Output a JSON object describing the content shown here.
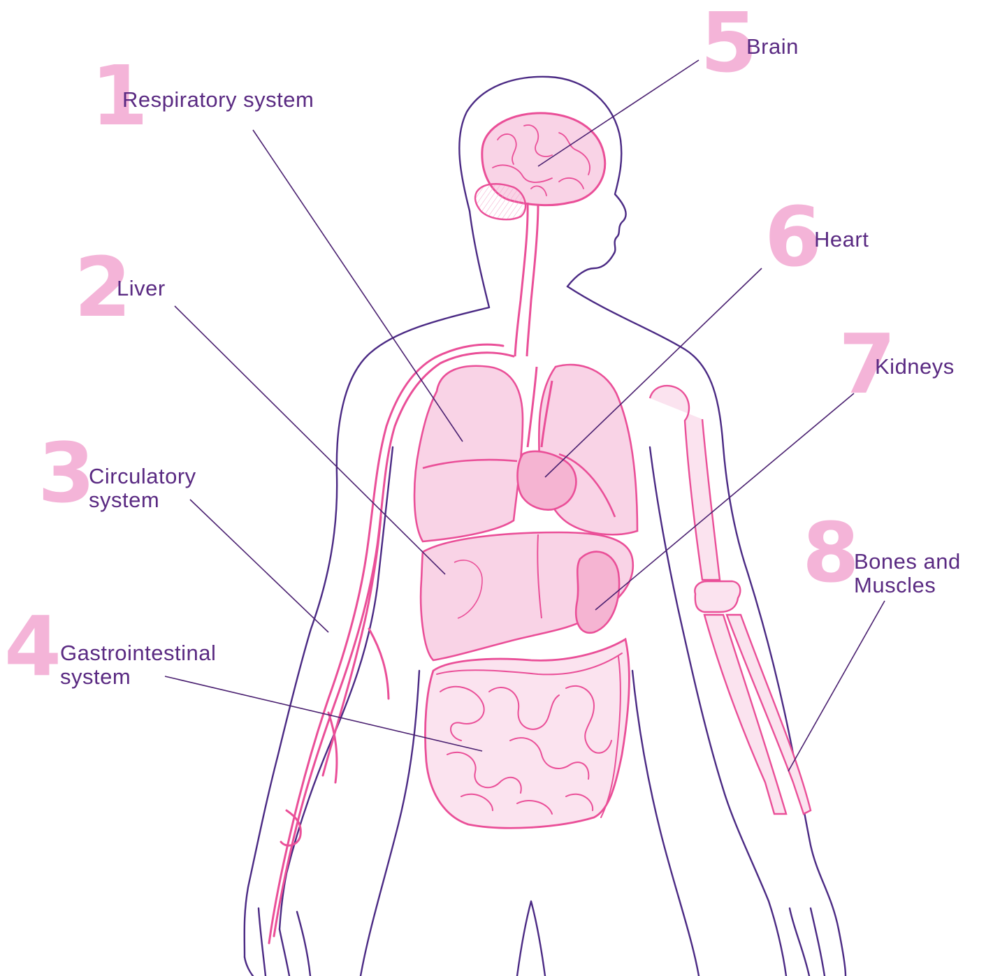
{
  "colors": {
    "number_pink": "#f4b4d8",
    "label_purple": "#5a2a82",
    "leader_line": "#4a2070",
    "outline_purple": "#4b2a84",
    "organ_pink": "#ea4f98",
    "organ_fill": "#f9d3e6"
  },
  "callouts": [
    {
      "id": "respiratory",
      "number": "1",
      "lines": [
        "Respiratory system"
      ]
    },
    {
      "id": "liver",
      "number": "2",
      "lines": [
        "Liver"
      ]
    },
    {
      "id": "circulatory",
      "number": "3",
      "lines": [
        "Circulatory",
        "system"
      ]
    },
    {
      "id": "gastrointestinal",
      "number": "4",
      "lines": [
        "Gastrointestinal",
        "system"
      ]
    },
    {
      "id": "brain",
      "number": "5",
      "lines": [
        "Brain"
      ]
    },
    {
      "id": "heart",
      "number": "6",
      "lines": [
        "Heart"
      ]
    },
    {
      "id": "kidneys",
      "number": "7",
      "lines": [
        "Kidneys"
      ]
    },
    {
      "id": "bones-muscles",
      "number": "8",
      "lines": [
        "Bones and",
        "Muscles"
      ]
    }
  ]
}
